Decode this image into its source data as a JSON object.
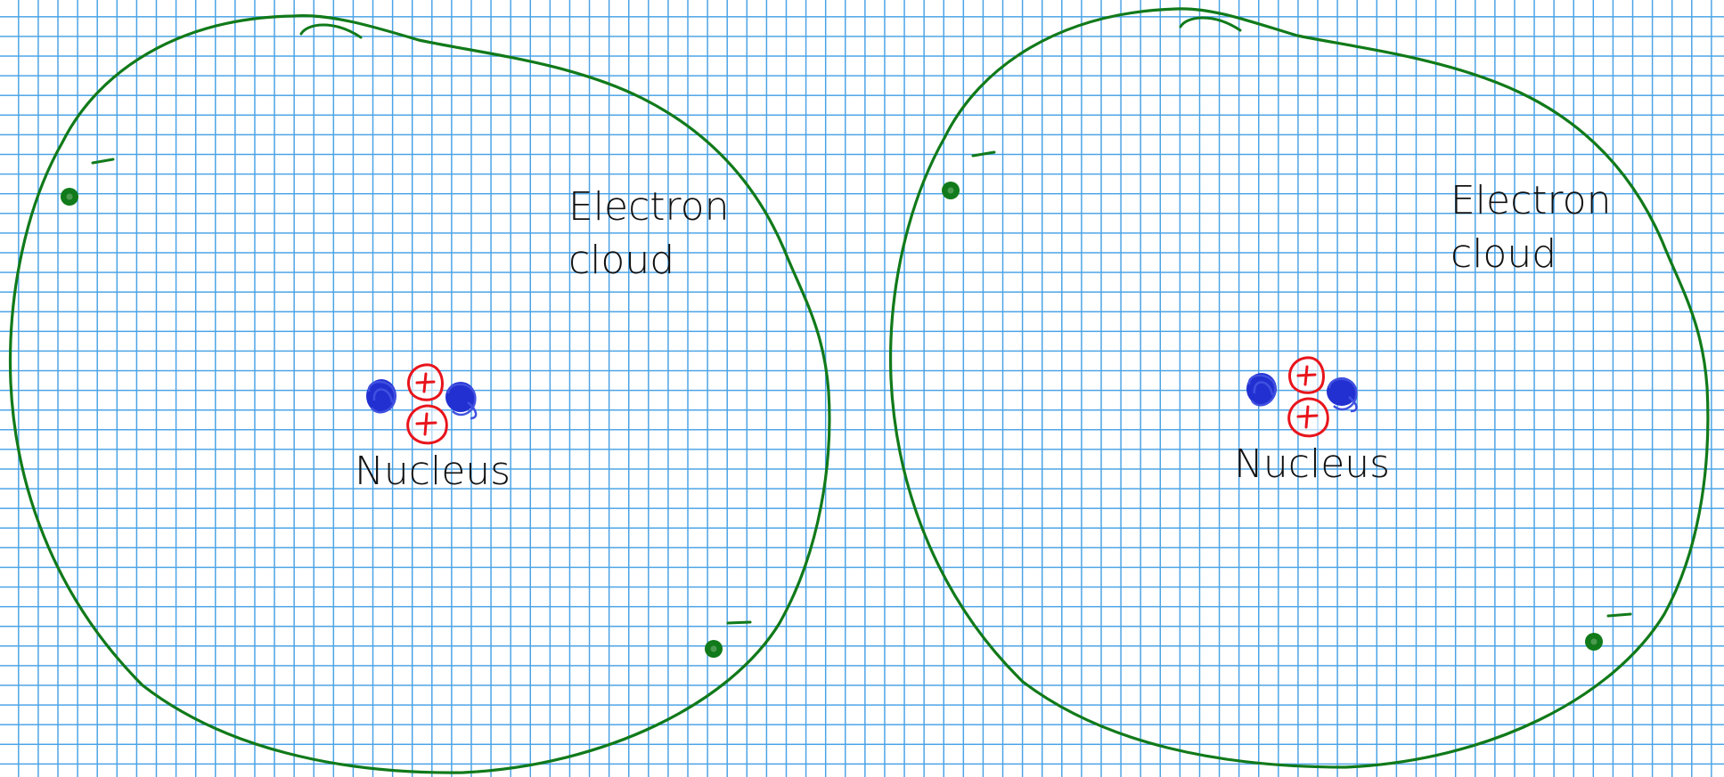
{
  "colors": {
    "grid": "#4aa3e6",
    "cloud": "#117a1a",
    "electron": "#117a1a",
    "proton": "#e8141c",
    "neutron": "#2230d1",
    "text": "#111111"
  },
  "atoms": [
    {
      "cloud_label": "Electron\ncloud",
      "nucleus_label": "Nucleus",
      "electron_charge": "−",
      "proton_charge": "+",
      "protons": 2,
      "neutrons": 2,
      "electrons": 2
    },
    {
      "cloud_label": "Electron\ncloud",
      "nucleus_label": "Nucleus",
      "electron_charge": "−",
      "proton_charge": "+",
      "protons": 2,
      "neutrons": 2,
      "electrons": 2
    }
  ]
}
